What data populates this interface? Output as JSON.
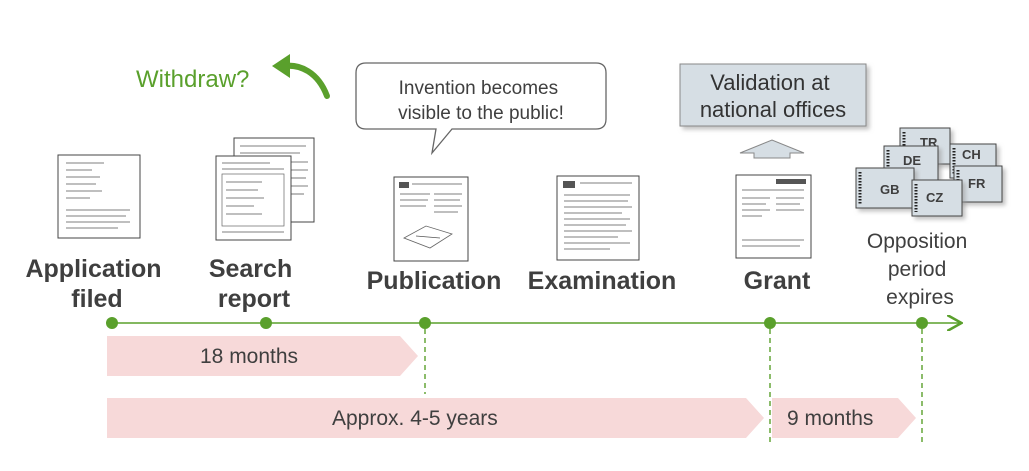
{
  "colors": {
    "timeline": "#5aa02c",
    "duration_bar": "#f7d9d9",
    "validation_box": "#d6dee4"
  },
  "stages": [
    {
      "id": "application",
      "lines": [
        "Application",
        "filed"
      ]
    },
    {
      "id": "search",
      "lines": [
        "Search",
        "report"
      ]
    },
    {
      "id": "publication",
      "lines": [
        "Publication"
      ]
    },
    {
      "id": "examination",
      "lines": [
        "Examination"
      ]
    },
    {
      "id": "grant",
      "lines": [
        "Grant"
      ]
    },
    {
      "id": "opposition",
      "lines": [
        "Opposition",
        "period",
        "expires"
      ]
    }
  ],
  "withdraw_label": "Withdraw?",
  "bubble_lines": [
    "Invention becomes",
    "visible to the public!"
  ],
  "validation_lines": [
    "Validation at",
    "national offices"
  ],
  "countries": [
    "TR",
    "CH",
    "DE",
    "FR",
    "GB",
    "CZ"
  ],
  "durations": {
    "short": "18 months",
    "long": "Approx. 4-5 years",
    "opposition": "9 months"
  }
}
